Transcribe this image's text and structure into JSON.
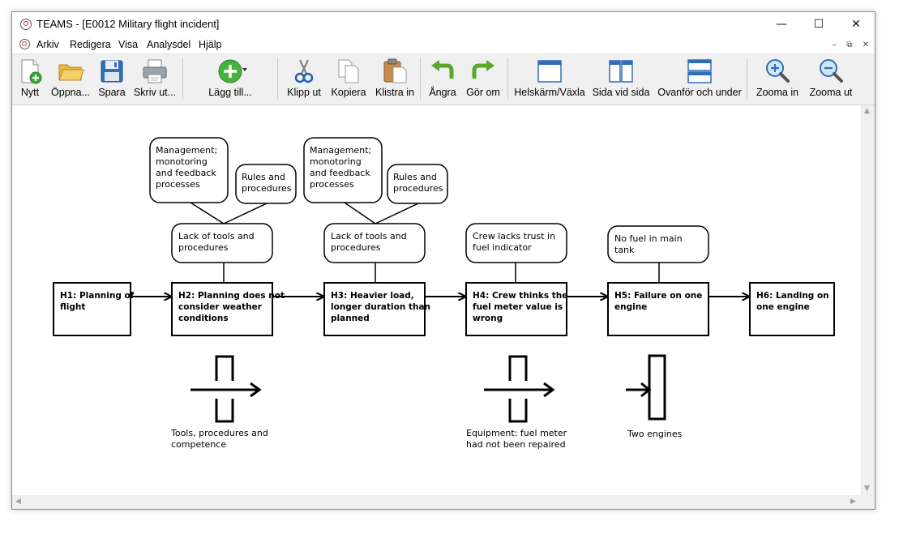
{
  "window": {
    "title": "TEAMS - [E0012 Military flight incident]",
    "minimize": "—",
    "maximize": "☐",
    "close": "✕"
  },
  "menu": {
    "items": [
      "Arkiv",
      "Redigera",
      "Visa",
      "Analysdel",
      "Hjälp"
    ],
    "mdi_minimize": "–",
    "mdi_restore": "⧉",
    "mdi_close": "✕"
  },
  "toolbar": {
    "buttons": [
      {
        "label": "Nytt",
        "icon": "new-document-icon"
      },
      {
        "label": "Öppna...",
        "icon": "open-folder-icon"
      },
      {
        "label": "Spara",
        "icon": "save-disk-icon"
      },
      {
        "label": "Skriv ut...",
        "icon": "printer-icon"
      },
      {
        "label": "Lägg till...",
        "icon": "add-icon"
      },
      {
        "label": "Klipp ut",
        "icon": "scissors-icon"
      },
      {
        "label": "Kopiera",
        "icon": "copy-icon"
      },
      {
        "label": "Klistra in",
        "icon": "paste-icon"
      },
      {
        "label": "Ångra",
        "icon": "undo-icon"
      },
      {
        "label": "Gör om",
        "icon": "redo-icon"
      },
      {
        "label": "Helskärm/Växla",
        "icon": "fullscreen-icon"
      },
      {
        "label": "Sida vid sida",
        "icon": "side-by-side-icon"
      },
      {
        "label": "Ovanför och under",
        "icon": "above-below-icon"
      },
      {
        "label": "Zooma in",
        "icon": "zoom-in-icon"
      },
      {
        "label": "Zooma ut",
        "icon": "zoom-out-icon"
      }
    ]
  },
  "diagram": {
    "events": [
      {
        "id": "H1",
        "lines": [
          "H1: Planning of",
          "flight"
        ]
      },
      {
        "id": "H2",
        "lines": [
          "H2: Planning does not",
          "consider weather",
          "conditions"
        ]
      },
      {
        "id": "H3",
        "lines": [
          "H3: Heavier load,",
          "longer duration than",
          "planned"
        ]
      },
      {
        "id": "H4",
        "lines": [
          "H4: Crew thinks the",
          "fuel meter value is",
          "wrong"
        ]
      },
      {
        "id": "H5",
        "lines": [
          "H5: Failure on one",
          "engine"
        ]
      },
      {
        "id": "H6",
        "lines": [
          "H6: Landing on",
          "one engine"
        ]
      }
    ],
    "conditions": [
      {
        "id": "c2",
        "lines": [
          "Lack of tools and",
          "procedures"
        ]
      },
      {
        "id": "c3",
        "lines": [
          "Lack of tools and",
          "procedures"
        ]
      },
      {
        "id": "c4",
        "lines": [
          "Crew lacks trust in",
          "fuel indicator"
        ]
      },
      {
        "id": "c5",
        "lines": [
          "No fuel in main",
          "tank"
        ]
      },
      {
        "id": "m2",
        "lines": [
          "Management;",
          "monotoring",
          "and feedback",
          "processes"
        ]
      },
      {
        "id": "r2",
        "lines": [
          "Rules and",
          "procedures"
        ]
      },
      {
        "id": "m3",
        "lines": [
          "Management;",
          "monotoring",
          "and feedback",
          "processes"
        ]
      },
      {
        "id": "r3",
        "lines": [
          "Rules and",
          "procedures"
        ]
      }
    ],
    "barriers": [
      {
        "id": "b2",
        "lines": [
          "Tools, procedures and",
          "competence"
        ]
      },
      {
        "id": "b4",
        "lines": [
          "Equipment: fuel meter",
          "had not been repaired"
        ]
      },
      {
        "id": "b5",
        "lines": [
          "Two engines"
        ]
      }
    ]
  }
}
